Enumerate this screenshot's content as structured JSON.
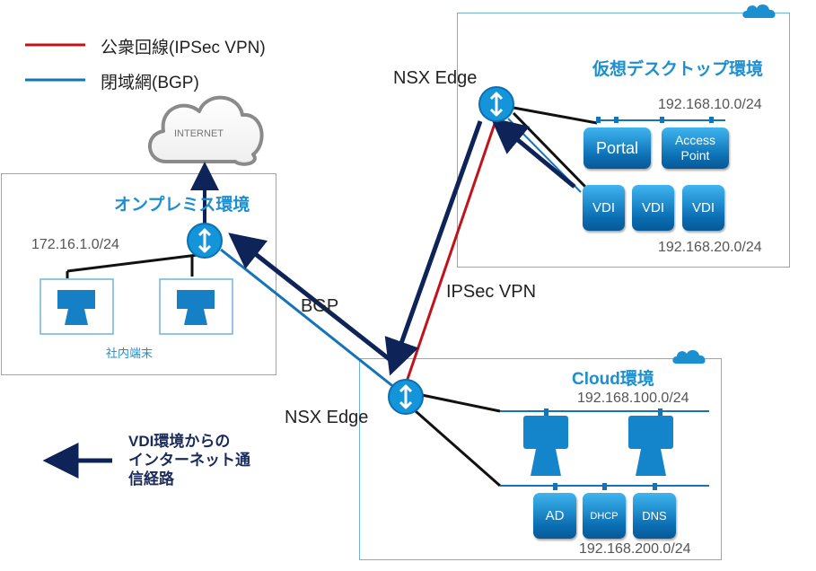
{
  "legend": {
    "public_line": "公衆回線(IPSec VPN)",
    "closed_network": "閉域網(BGP)",
    "public_color": "#c0141b",
    "closed_color": "#1573b8"
  },
  "internet": {
    "label": "INTERNET"
  },
  "on_premises": {
    "title": "オンプレミス環境",
    "subnet": "172.16.1.0/24",
    "terminals_label": "社内端末"
  },
  "vdi_env": {
    "title": "仮想デスクトップ環境",
    "subnet_top": "192.168.10.0/24",
    "subnet_bottom": "192.168.20.0/24",
    "portal": "Portal",
    "access_point": "Access Point",
    "vdi_labels": [
      "VDI",
      "VDI",
      "VDI"
    ]
  },
  "cloud_env": {
    "title": "Cloud環境",
    "subnet_top": "192.168.100.0/24",
    "subnet_bottom": "192.168.200.0/24",
    "services": [
      "AD",
      "DHCP",
      "DNS"
    ]
  },
  "edges": {
    "vdi_edge": "NSX Edge",
    "cloud_edge": "NSX Edge"
  },
  "links": {
    "bgp": "BGP",
    "ipsec": "IPSec VPN"
  },
  "note": {
    "lines": [
      "VDI環境からの",
      "インターネット通",
      "信経路"
    ],
    "arrow_color": "#0e2358"
  }
}
